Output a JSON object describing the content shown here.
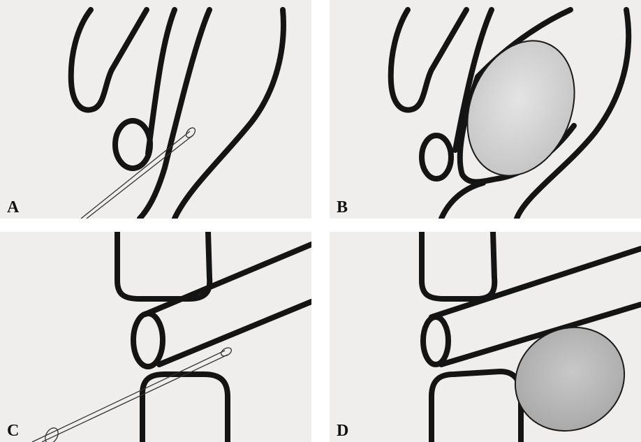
{
  "panels": [
    {
      "id": "A",
      "label": "A",
      "contents": [
        "organ-outline",
        "vessel-cross-section",
        "needle"
      ]
    },
    {
      "id": "B",
      "label": "B",
      "contents": [
        "organ-outline",
        "vessel-cross-section",
        "mass"
      ]
    },
    {
      "id": "C",
      "label": "C",
      "contents": [
        "block-outline",
        "tube",
        "needle"
      ]
    },
    {
      "id": "D",
      "label": "D",
      "contents": [
        "block-outline",
        "tube",
        "mass"
      ]
    }
  ],
  "colors": {
    "background": "#efeeec",
    "line": "#141414",
    "mass_fill": "#cfcfcf",
    "mass_fill_dark": "#b3b3b3",
    "label": "#111111"
  }
}
